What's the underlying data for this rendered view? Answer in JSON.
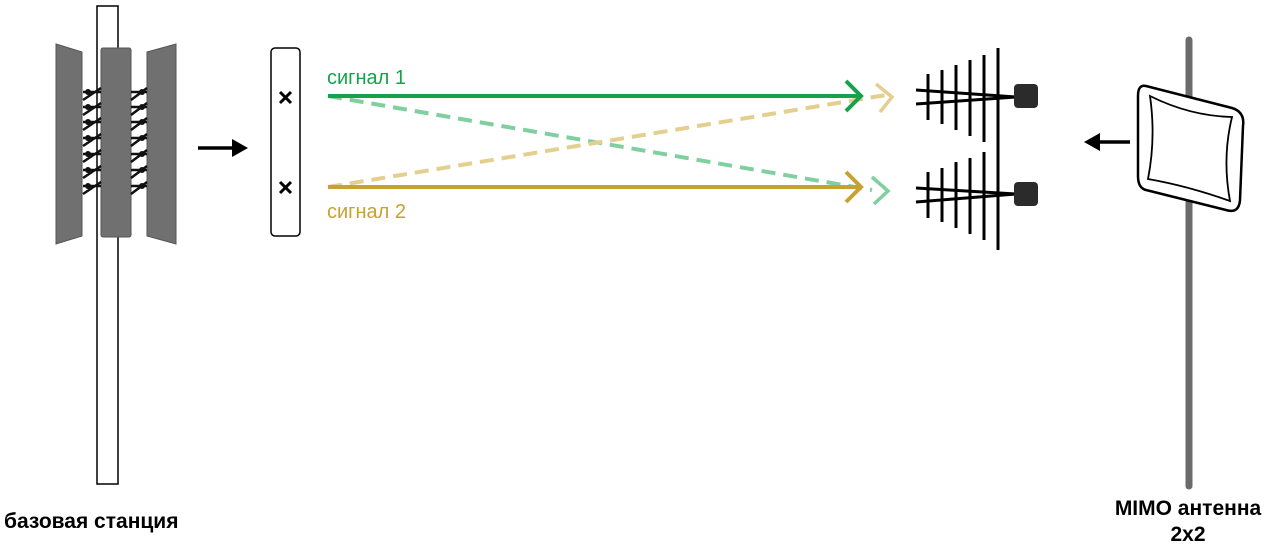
{
  "labels": {
    "signal_1": "сигнал 1",
    "signal_2": "сигнал 2",
    "base_station": "базовая станция",
    "mimo_antenna_line1": "MIMO антенна",
    "mimo_antenna_line2": "2x2"
  },
  "colors": {
    "signal_1": "#14a24a",
    "signal_1_dashed": "#7fcf9f",
    "signal_2": "#c9a032",
    "signal_2_dashed": "#e3cf8e",
    "panel": "#6f6f6f",
    "pole": "#6b6b6b"
  },
  "icons": {
    "polarization_mark": "cross-icon",
    "arrow": "arrow-icon"
  }
}
